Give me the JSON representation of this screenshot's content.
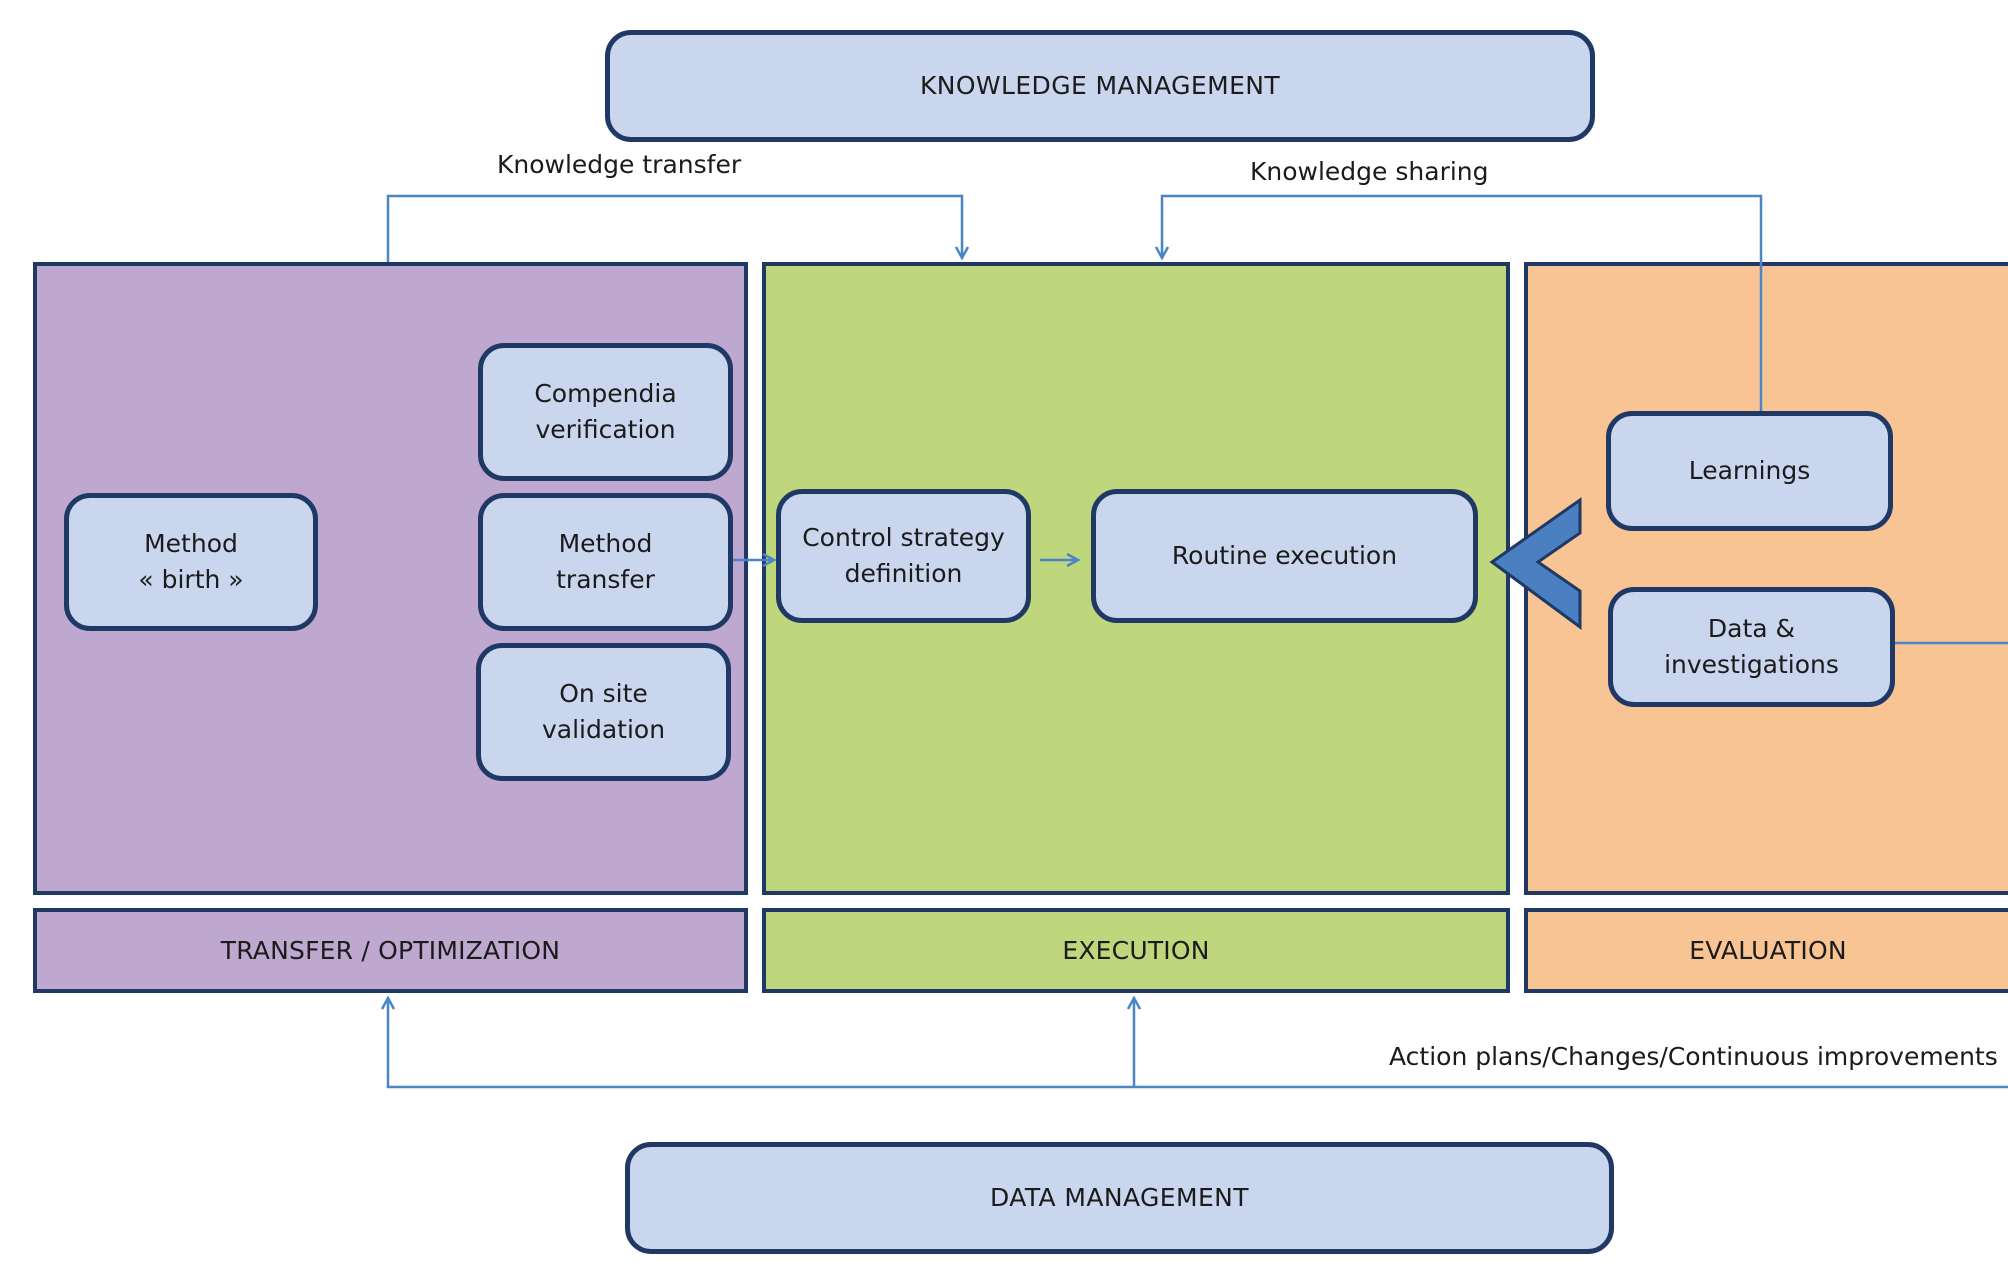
{
  "diagram": {
    "top_box": "KNOWLEDGE  MANAGEMENT",
    "bottom_box": "DATA  MANAGEMENT",
    "edge_labels": {
      "knowledge_transfer": "Knowledge transfer",
      "knowledge_sharing": "Knowledge sharing",
      "action_plans": "Action plans/Changes/Continuous improvements"
    },
    "phases": {
      "transfer": {
        "label": "TRANSFER  / OPTIMIZATION",
        "color": "#bfa8d0",
        "nodes": {
          "method_birth": "Method\n« birth »",
          "compendia": "Compendia\nverification",
          "method_transfer": "Method\ntransfer",
          "on_site": "On site\nvalidation"
        }
      },
      "execution": {
        "label": "EXECUTION",
        "color": "#bed77c",
        "nodes": {
          "control_strategy": "Control strategy\ndefinition",
          "routine_execution": "Routine execution"
        }
      },
      "evaluation": {
        "label": "EVALUATION",
        "color": "#f8c493",
        "nodes": {
          "learnings": "Learnings",
          "data_investigations": "Data &\ninvestigations"
        }
      }
    },
    "colors": {
      "border": "#1f3864",
      "connector": "#4a86c5",
      "box_fill": "#c9d6ee",
      "chevron": "#4a7fc1"
    }
  }
}
